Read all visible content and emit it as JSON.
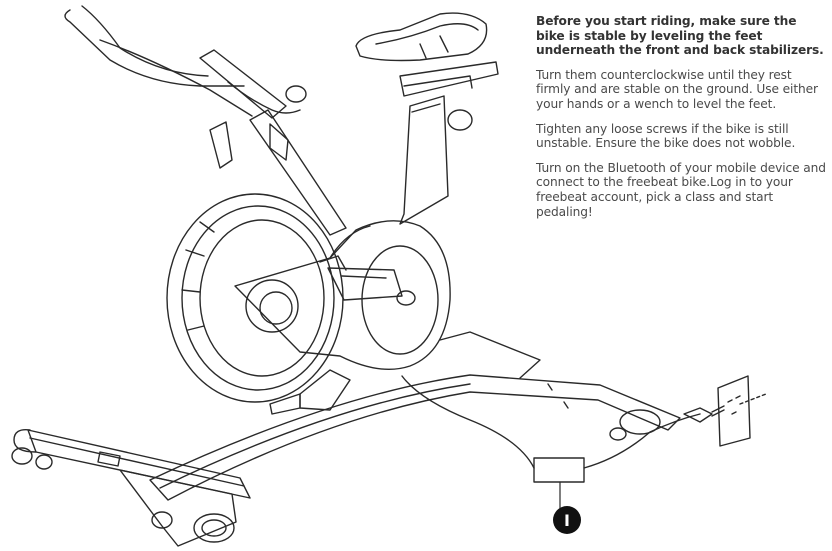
{
  "instructions": {
    "heading": "Before you start riding, make sure the bike is stable by leveling the feet underneath the front and back stabilizers.",
    "paragraphs": [
      "Turn them counterclockwise until they rest firmly and are stable on the ground. Use either your hands or a wench to level the feet.",
      "Tighten any loose screws if the bike is still unstable. Ensure the bike does not wobble.",
      "Turn on the Bluetooth of your mobile device and connect to the freebeat bike.Log in to your freebeat account, pick a class and start pedaling!"
    ]
  },
  "callout": {
    "label": "I"
  },
  "colors": {
    "line": "#2a2a2a",
    "callout_fill": "#111111",
    "text": "#4a4a4a"
  }
}
